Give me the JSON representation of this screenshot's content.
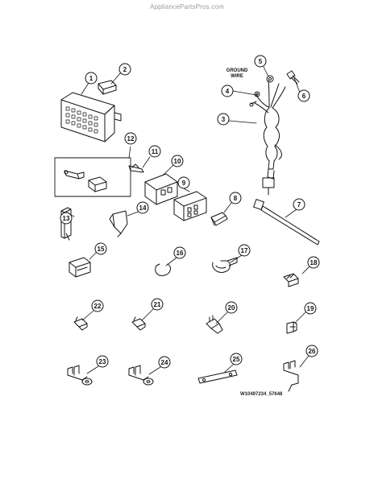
{
  "watermark": "AppliancePartsPros.com",
  "ground_wire_label": "GROUND\nWIRE",
  "reference_code": "W10497234_57648",
  "callouts": [
    "1",
    "2",
    "3",
    "4",
    "5",
    "6",
    "7",
    "8",
    "9",
    "10",
    "11",
    "12",
    "13",
    "14",
    "15",
    "16",
    "17",
    "18",
    "19",
    "20",
    "21",
    "22",
    "23",
    "24",
    "25",
    "26"
  ]
}
